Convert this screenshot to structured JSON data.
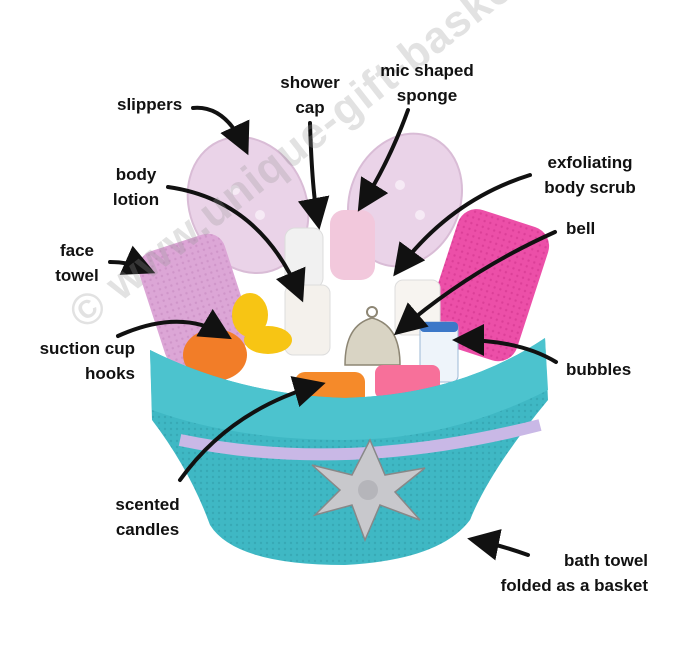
{
  "labels": {
    "slippers": "slippers",
    "shower_cap_1": "shower",
    "shower_cap_2": "cap",
    "mic_sponge_1": "mic shaped",
    "mic_sponge_2": "sponge",
    "body_lotion_1": "body",
    "body_lotion_2": "lotion",
    "exfoliating_1": "exfoliating",
    "exfoliating_2": "body scrub",
    "face_towel_1": "face",
    "face_towel_2": "towel",
    "bell": "bell",
    "suction_1": "suction cup",
    "suction_2": "hooks",
    "bubbles": "bubbles",
    "candles_1": "scented",
    "candles_2": "candles",
    "bath_towel_1": "bath towel",
    "bath_towel_2": "folded as a basket"
  },
  "watermark": "© www.unique-gift-basket-ideas.com",
  "colors": {
    "basket": "#3fb8c4",
    "basket_dark": "#2c9aa6",
    "slippers": "#e9cde6",
    "face_towel": "#dca6d6",
    "pink_towel": "#ec4fa8",
    "ribbon": "#c9b8e6",
    "bow": "#c8c8cc",
    "bell": "#d9d4c4",
    "candle": "#f58a2a",
    "duck": "#f7c514",
    "arrow": "#111111"
  }
}
